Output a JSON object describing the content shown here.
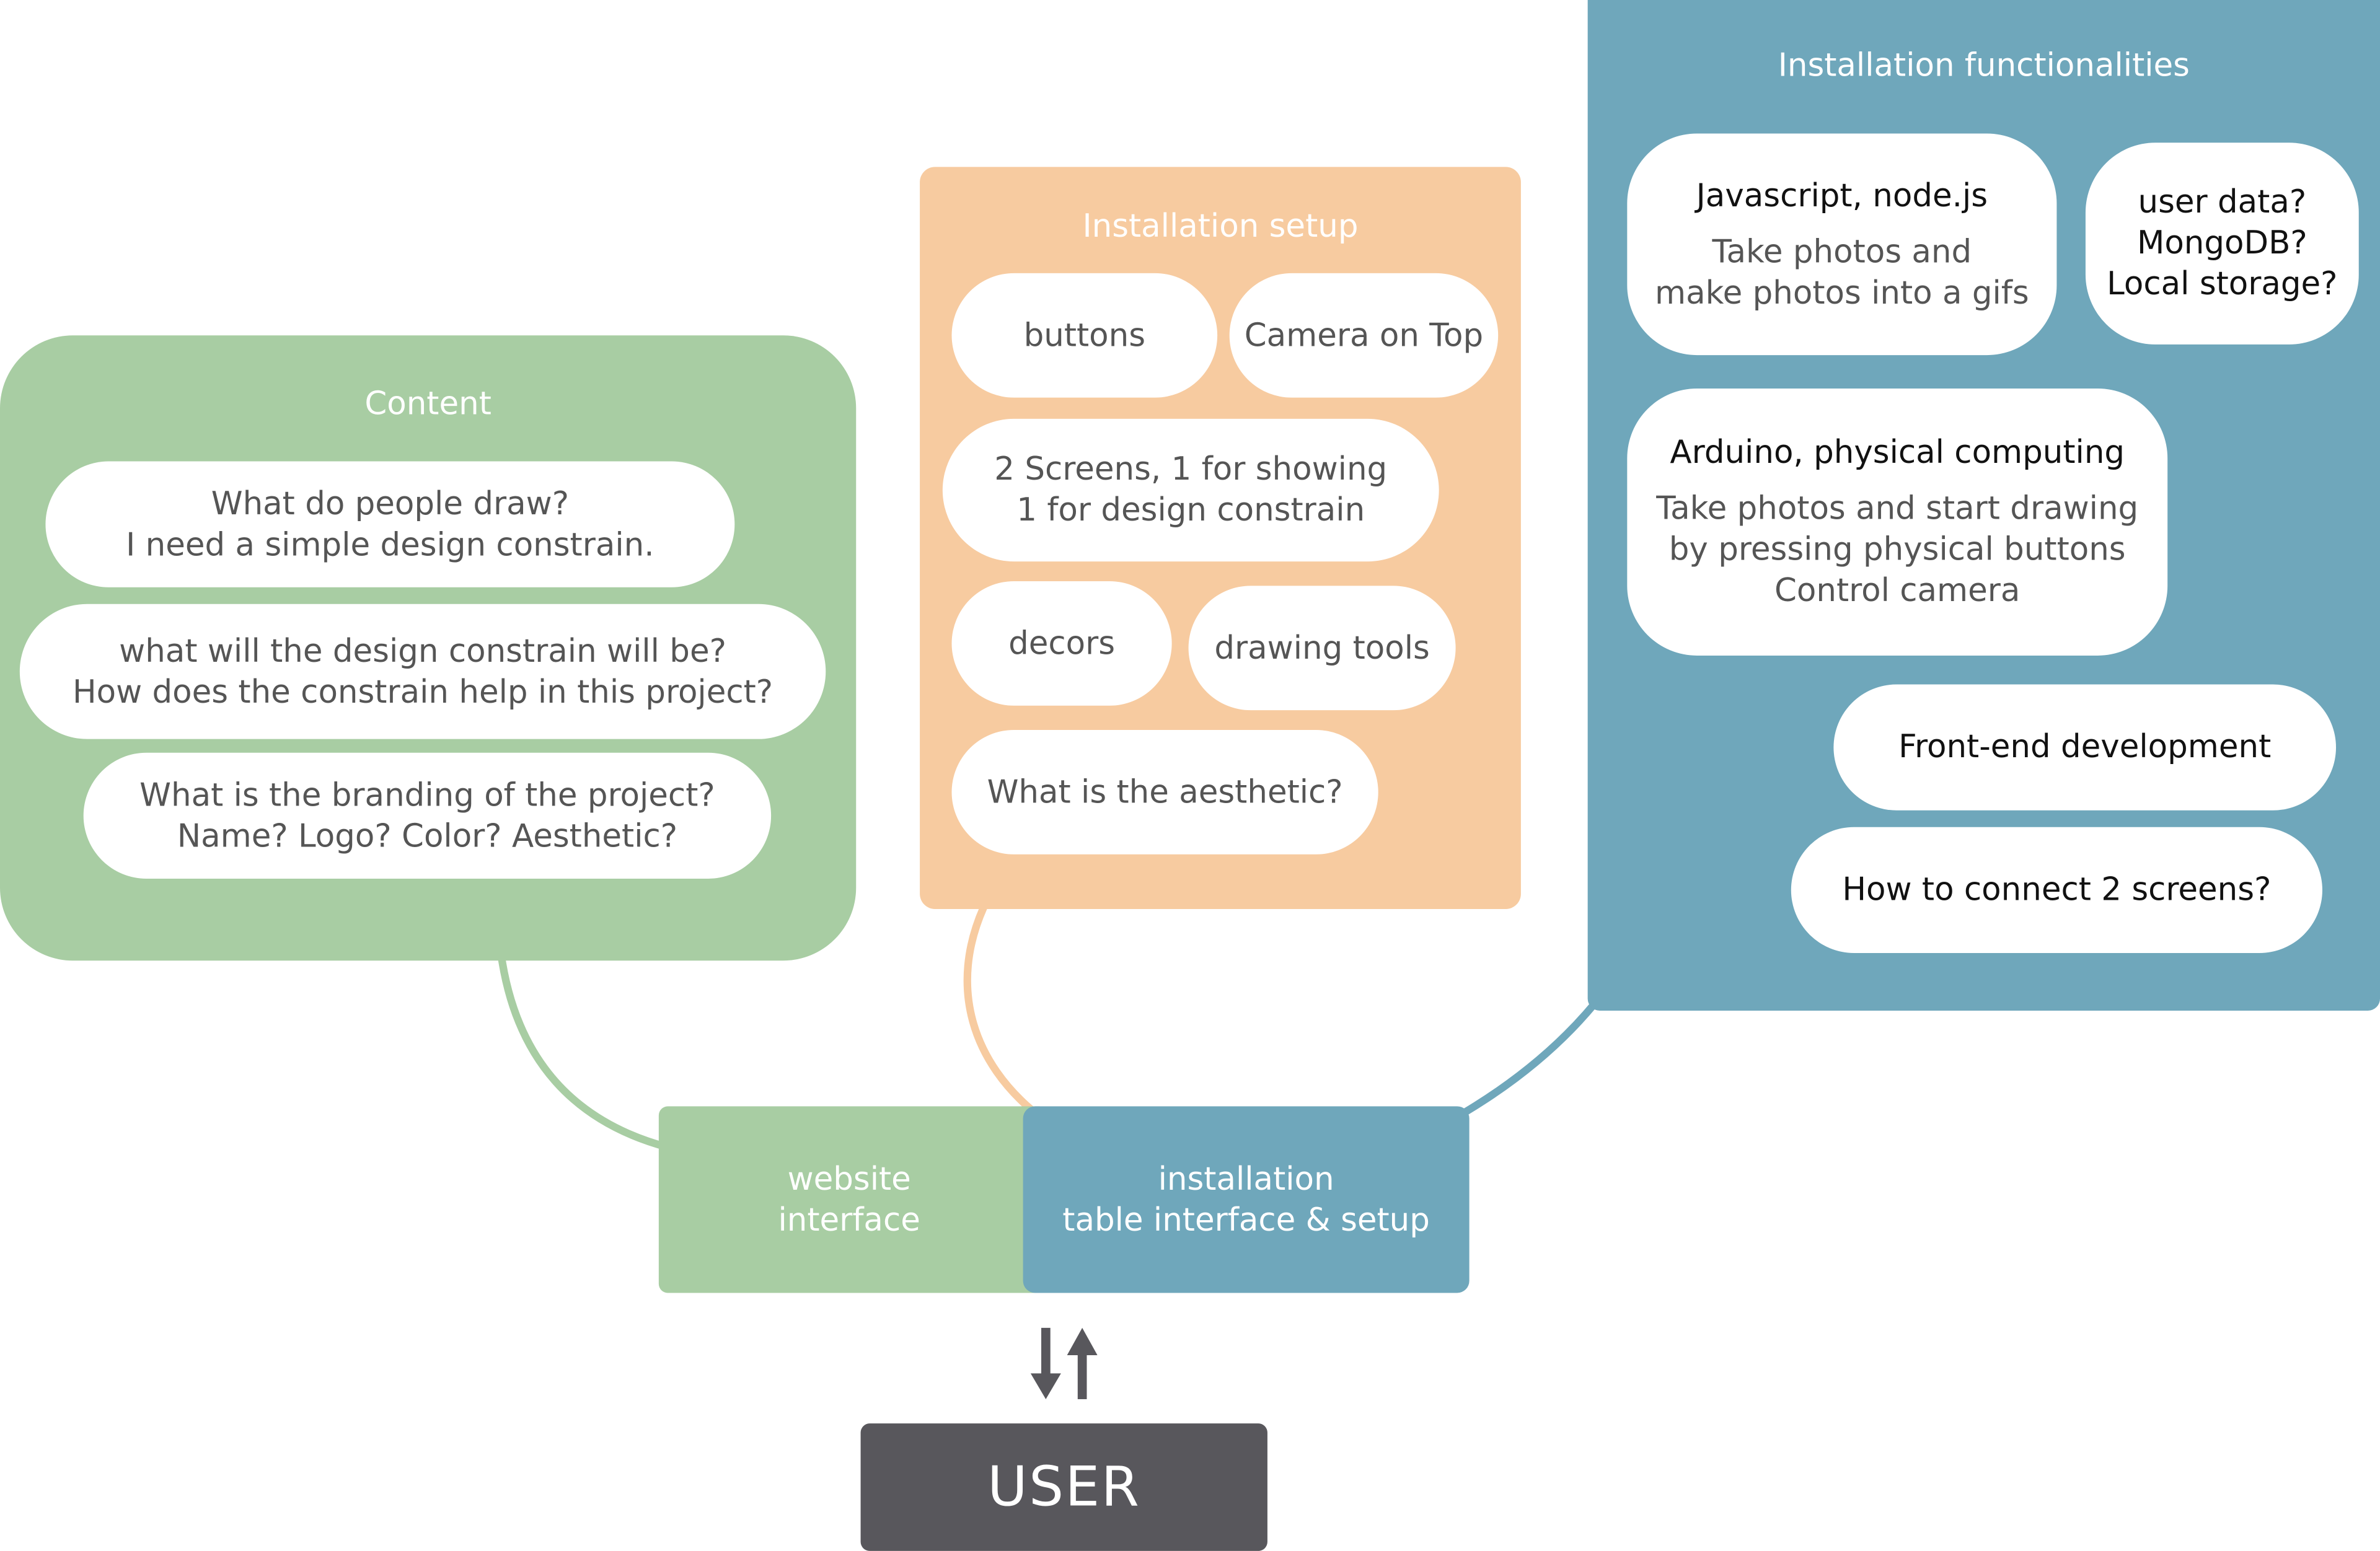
{
  "colors": {
    "content_green": "#a8cda3",
    "setup_orange": "#f7cba0",
    "functionality_blue": "#6fa7bb",
    "user_dark": "#58575c",
    "pill_text": "#555555",
    "card_title": "#111111",
    "background": "#ffffff"
  },
  "content_panel": {
    "title": "Content",
    "items": [
      "What do people draw?\nI need a simple design constrain.",
      "what will the design constrain will be?\nHow does the constrain help in this project?",
      "What is the branding of the project?\nName? Logo? Color? Aesthetic?"
    ]
  },
  "setup_panel": {
    "title": "Installation setup",
    "items": [
      "buttons",
      "Camera on Top",
      "2 Screens, 1 for showing\n1 for design constrain",
      "decors",
      "drawing tools",
      "What is the aesthetic?"
    ]
  },
  "functionality_panel": {
    "title": "Installation functionalities",
    "javascript_card": {
      "title": "Javascript, node.js",
      "body": "Take photos and\nmake photos into a gifs"
    },
    "userdata_card": {
      "text": "user data?\nMongoDB?\nLocal storage?"
    },
    "arduino_card": {
      "title": "Arduino, physical computing",
      "body": "Take photos and start drawing\nby pressing physical buttons\nControl camera"
    },
    "frontend_card": {
      "text": "Front-end development"
    },
    "connect_card": {
      "text": "How to connect 2 screens?"
    }
  },
  "interface_bar": {
    "website": "website\ninterface",
    "installation": "installation\ntable interface & setup"
  },
  "user_box": {
    "label": "USER"
  }
}
